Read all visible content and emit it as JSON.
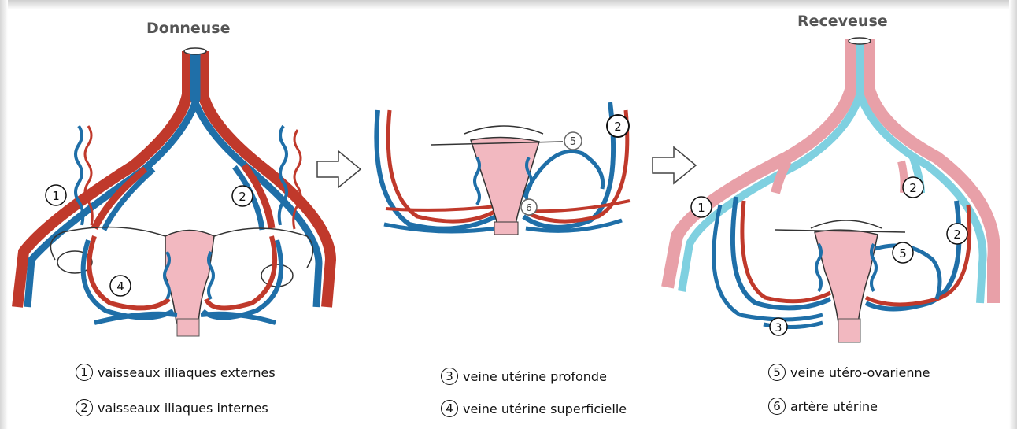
{
  "titles": {
    "donor": "Donneuse",
    "recipient": "Receveuse"
  },
  "legend": [
    {
      "num": "1",
      "text": "vaisseaux illiaques externes"
    },
    {
      "num": "2",
      "text": "vaisseaux iliaques internes"
    },
    {
      "num": "3",
      "text": "veine utérine profonde"
    },
    {
      "num": "4",
      "text": "veine utérine superficielle"
    },
    {
      "num": "5",
      "text": "veine utéro-ovarienne"
    },
    {
      "num": "6",
      "text": "artère utérine"
    }
  ],
  "markers": {
    "donor": [
      "1",
      "2",
      "4"
    ],
    "middle": [
      "2",
      "5",
      "6"
    ],
    "recipient": [
      "1",
      "2",
      "2",
      "5",
      "3"
    ]
  },
  "colors": {
    "artery": "#c0392b",
    "vein": "#1f6fa8",
    "artery_light": "#e8a0a8",
    "vein_light": "#7fd0e0",
    "uterus": "#f2b8c0"
  }
}
